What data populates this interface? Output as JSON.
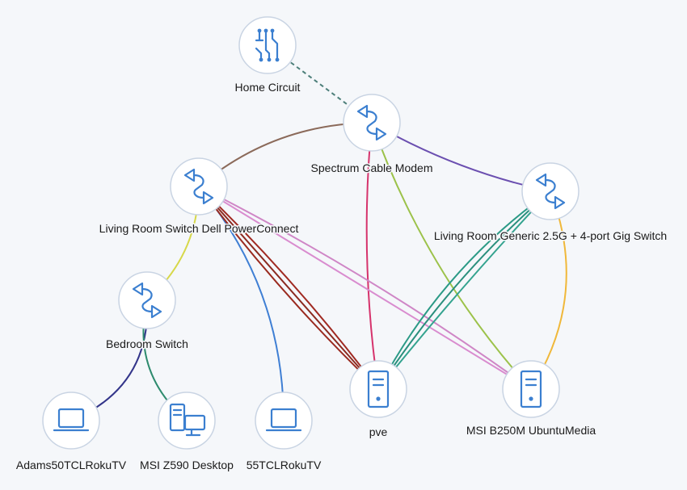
{
  "nodes": [
    {
      "id": "home",
      "label": "Home Circuit",
      "icon": "circuit-icon"
    },
    {
      "id": "modem",
      "label": "Spectrum Cable Modem",
      "icon": "switch-icon"
    },
    {
      "id": "lrdell",
      "label": "Living Room Switch Dell PowerConnect",
      "icon": "switch-icon"
    },
    {
      "id": "lrgen",
      "label": "Living Room Generic 2.5G + 4-port Gig Switch",
      "icon": "switch-icon"
    },
    {
      "id": "bed",
      "label": "Bedroom Switch",
      "icon": "switch-icon"
    },
    {
      "id": "pve",
      "label": "pve",
      "icon": "server-icon"
    },
    {
      "id": "msi",
      "label": "MSI B250M UbuntuMedia",
      "icon": "server-icon"
    },
    {
      "id": "adams",
      "label": "Adams50TCLRokuTV",
      "icon": "laptop-icon"
    },
    {
      "id": "z590",
      "label": "MSI Z590 Desktop",
      "icon": "desktop-icon"
    },
    {
      "id": "tv55",
      "label": "55TCLRokuTV",
      "icon": "laptop-icon"
    }
  ],
  "links": [
    {
      "from": "home",
      "to": "modem",
      "color": "#4d7f7a",
      "style": "dashed"
    },
    {
      "from": "modem",
      "to": "lrdell",
      "color": "#8b6a5a"
    },
    {
      "from": "modem",
      "to": "lrgen",
      "color": "#6b4fb0"
    },
    {
      "from": "modem",
      "to": "pve",
      "color": "#d6336c"
    },
    {
      "from": "modem",
      "to": "msi",
      "color": "#9cc24a"
    },
    {
      "from": "lrdell",
      "to": "bed",
      "color": "#d7d84a"
    },
    {
      "from": "lrdell",
      "to": "tv55",
      "color": "#3f7fd4"
    },
    {
      "from": "lrdell",
      "to": "pve",
      "color": "#9a2a1f"
    },
    {
      "from": "lrdell",
      "to": "pve",
      "color": "#8b2a20"
    },
    {
      "from": "lrdell",
      "to": "pve",
      "color": "#a02a22"
    },
    {
      "from": "lrdell",
      "to": "msi",
      "color": "#d98ccf"
    },
    {
      "from": "lrdell",
      "to": "msi",
      "color": "#cf86c6"
    },
    {
      "from": "lrgen",
      "to": "pve",
      "color": "#2b9a86"
    },
    {
      "from": "lrgen",
      "to": "pve",
      "color": "#2a8f7d"
    },
    {
      "from": "lrgen",
      "to": "pve",
      "color": "#34a38f"
    },
    {
      "from": "lrgen",
      "to": "msi",
      "color": "#f0b83a"
    },
    {
      "from": "bed",
      "to": "adams",
      "color": "#33358a"
    },
    {
      "from": "bed",
      "to": "z590",
      "color": "#2e8b6e"
    }
  ]
}
